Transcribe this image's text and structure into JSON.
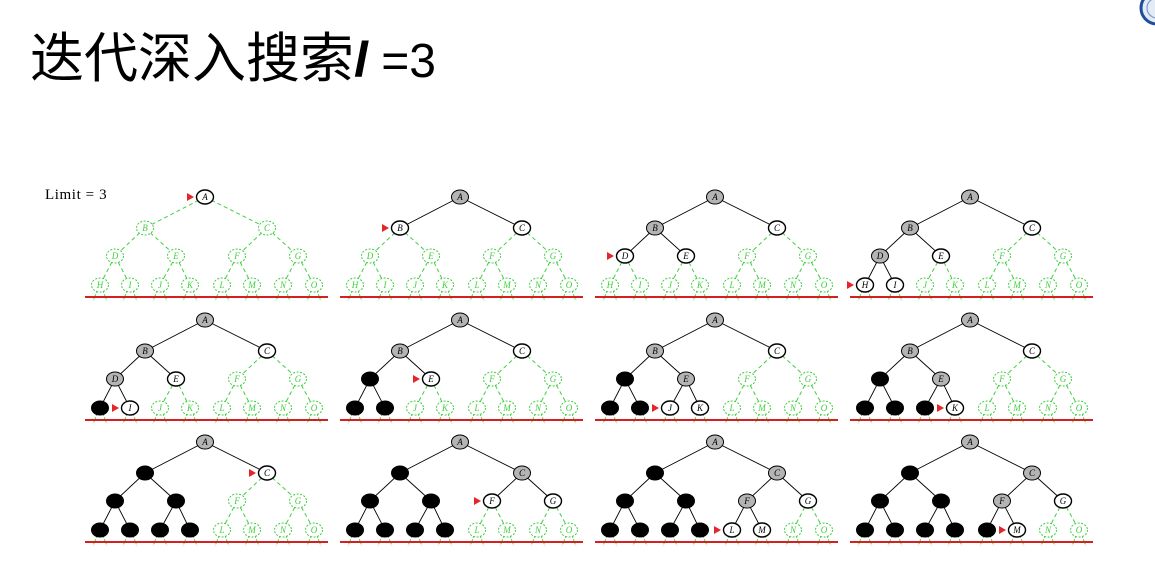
{
  "title": {
    "main": "迭代深入搜索",
    "variable": "l",
    "suffix": " =3"
  },
  "limit_label": "Limit = 3",
  "colors": {
    "green_dashed": "#3fcf3f",
    "white_node": "#ffffff",
    "gray_node": "#b4b4b4",
    "black_node": "#000000",
    "pointer": "#e3262a",
    "limit_line": "#d61f1f",
    "logo": "#1f4f9c"
  },
  "tree": {
    "nodes": [
      "A",
      "B",
      "C",
      "D",
      "E",
      "F",
      "G",
      "H",
      "I",
      "J",
      "K",
      "L",
      "M",
      "N",
      "O"
    ],
    "edges": [
      [
        "A",
        "B"
      ],
      [
        "A",
        "C"
      ],
      [
        "B",
        "D"
      ],
      [
        "B",
        "E"
      ],
      [
        "C",
        "F"
      ],
      [
        "C",
        "G"
      ],
      [
        "D",
        "H"
      ],
      [
        "D",
        "I"
      ],
      [
        "E",
        "J"
      ],
      [
        "E",
        "K"
      ],
      [
        "F",
        "L"
      ],
      [
        "F",
        "M"
      ],
      [
        "G",
        "N"
      ],
      [
        "G",
        "O"
      ]
    ]
  },
  "panels": [
    {
      "pointer": "A",
      "white_nodes": [
        "A"
      ],
      "gray_nodes": [],
      "black_nodes": []
    },
    {
      "pointer": "B",
      "white_nodes": [
        "B",
        "C"
      ],
      "gray_nodes": [
        "A"
      ],
      "black_nodes": []
    },
    {
      "pointer": "D",
      "white_nodes": [
        "C",
        "D",
        "E"
      ],
      "gray_nodes": [
        "A",
        "B"
      ],
      "black_nodes": []
    },
    {
      "pointer": "H",
      "white_nodes": [
        "C",
        "E",
        "H",
        "I"
      ],
      "gray_nodes": [
        "A",
        "B",
        "D"
      ],
      "black_nodes": []
    },
    {
      "pointer": "I",
      "white_nodes": [
        "C",
        "E",
        "I"
      ],
      "gray_nodes": [
        "A",
        "B",
        "D"
      ],
      "black_nodes": [
        "H"
      ]
    },
    {
      "pointer": "E",
      "white_nodes": [
        "C",
        "E"
      ],
      "gray_nodes": [
        "A",
        "B"
      ],
      "black_nodes": [
        "D",
        "H",
        "I"
      ]
    },
    {
      "pointer": "J",
      "white_nodes": [
        "C",
        "J",
        "K"
      ],
      "gray_nodes": [
        "A",
        "B",
        "E"
      ],
      "black_nodes": [
        "D",
        "H",
        "I"
      ]
    },
    {
      "pointer": "K",
      "white_nodes": [
        "C",
        "K"
      ],
      "gray_nodes": [
        "A",
        "B",
        "E"
      ],
      "black_nodes": [
        "D",
        "H",
        "I",
        "J"
      ]
    },
    {
      "pointer": "C",
      "white_nodes": [
        "C"
      ],
      "gray_nodes": [
        "A"
      ],
      "black_nodes": [
        "B",
        "D",
        "E",
        "H",
        "I",
        "J",
        "K"
      ]
    },
    {
      "pointer": "F",
      "white_nodes": [
        "F",
        "G"
      ],
      "gray_nodes": [
        "A",
        "C"
      ],
      "black_nodes": [
        "B",
        "D",
        "E",
        "H",
        "I",
        "J",
        "K"
      ]
    },
    {
      "pointer": "L",
      "white_nodes": [
        "G",
        "L",
        "M"
      ],
      "gray_nodes": [
        "A",
        "C",
        "F"
      ],
      "black_nodes": [
        "B",
        "D",
        "E",
        "H",
        "I",
        "J",
        "K"
      ]
    },
    {
      "pointer": "M",
      "white_nodes": [
        "G",
        "M"
      ],
      "gray_nodes": [
        "A",
        "C",
        "F"
      ],
      "black_nodes": [
        "B",
        "D",
        "E",
        "H",
        "I",
        "J",
        "K",
        "L"
      ]
    }
  ]
}
